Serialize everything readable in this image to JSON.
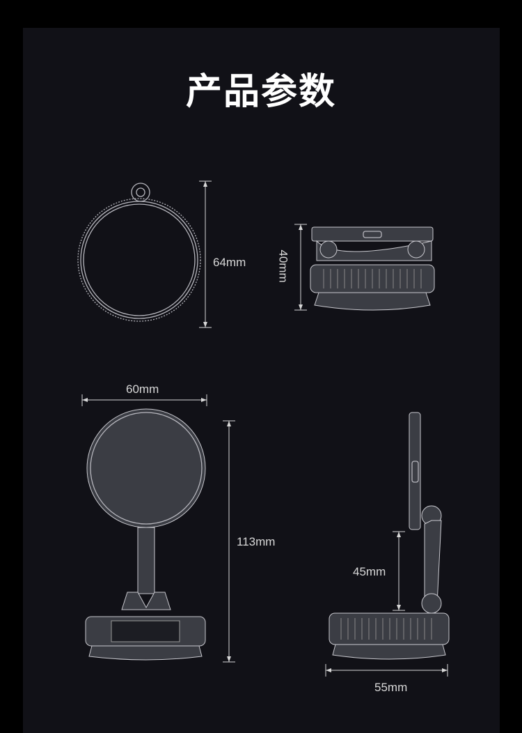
{
  "title": "产品参数",
  "dimensions": {
    "top_diameter": "64mm",
    "top_height": "40mm",
    "front_width": "60mm",
    "front_height": "113mm",
    "side_arm_height": "45mm",
    "side_base_width": "55mm"
  },
  "colors": {
    "background": "#000000",
    "panel": "#111117",
    "text": "#ffffff",
    "line": "#d8d8d8"
  }
}
